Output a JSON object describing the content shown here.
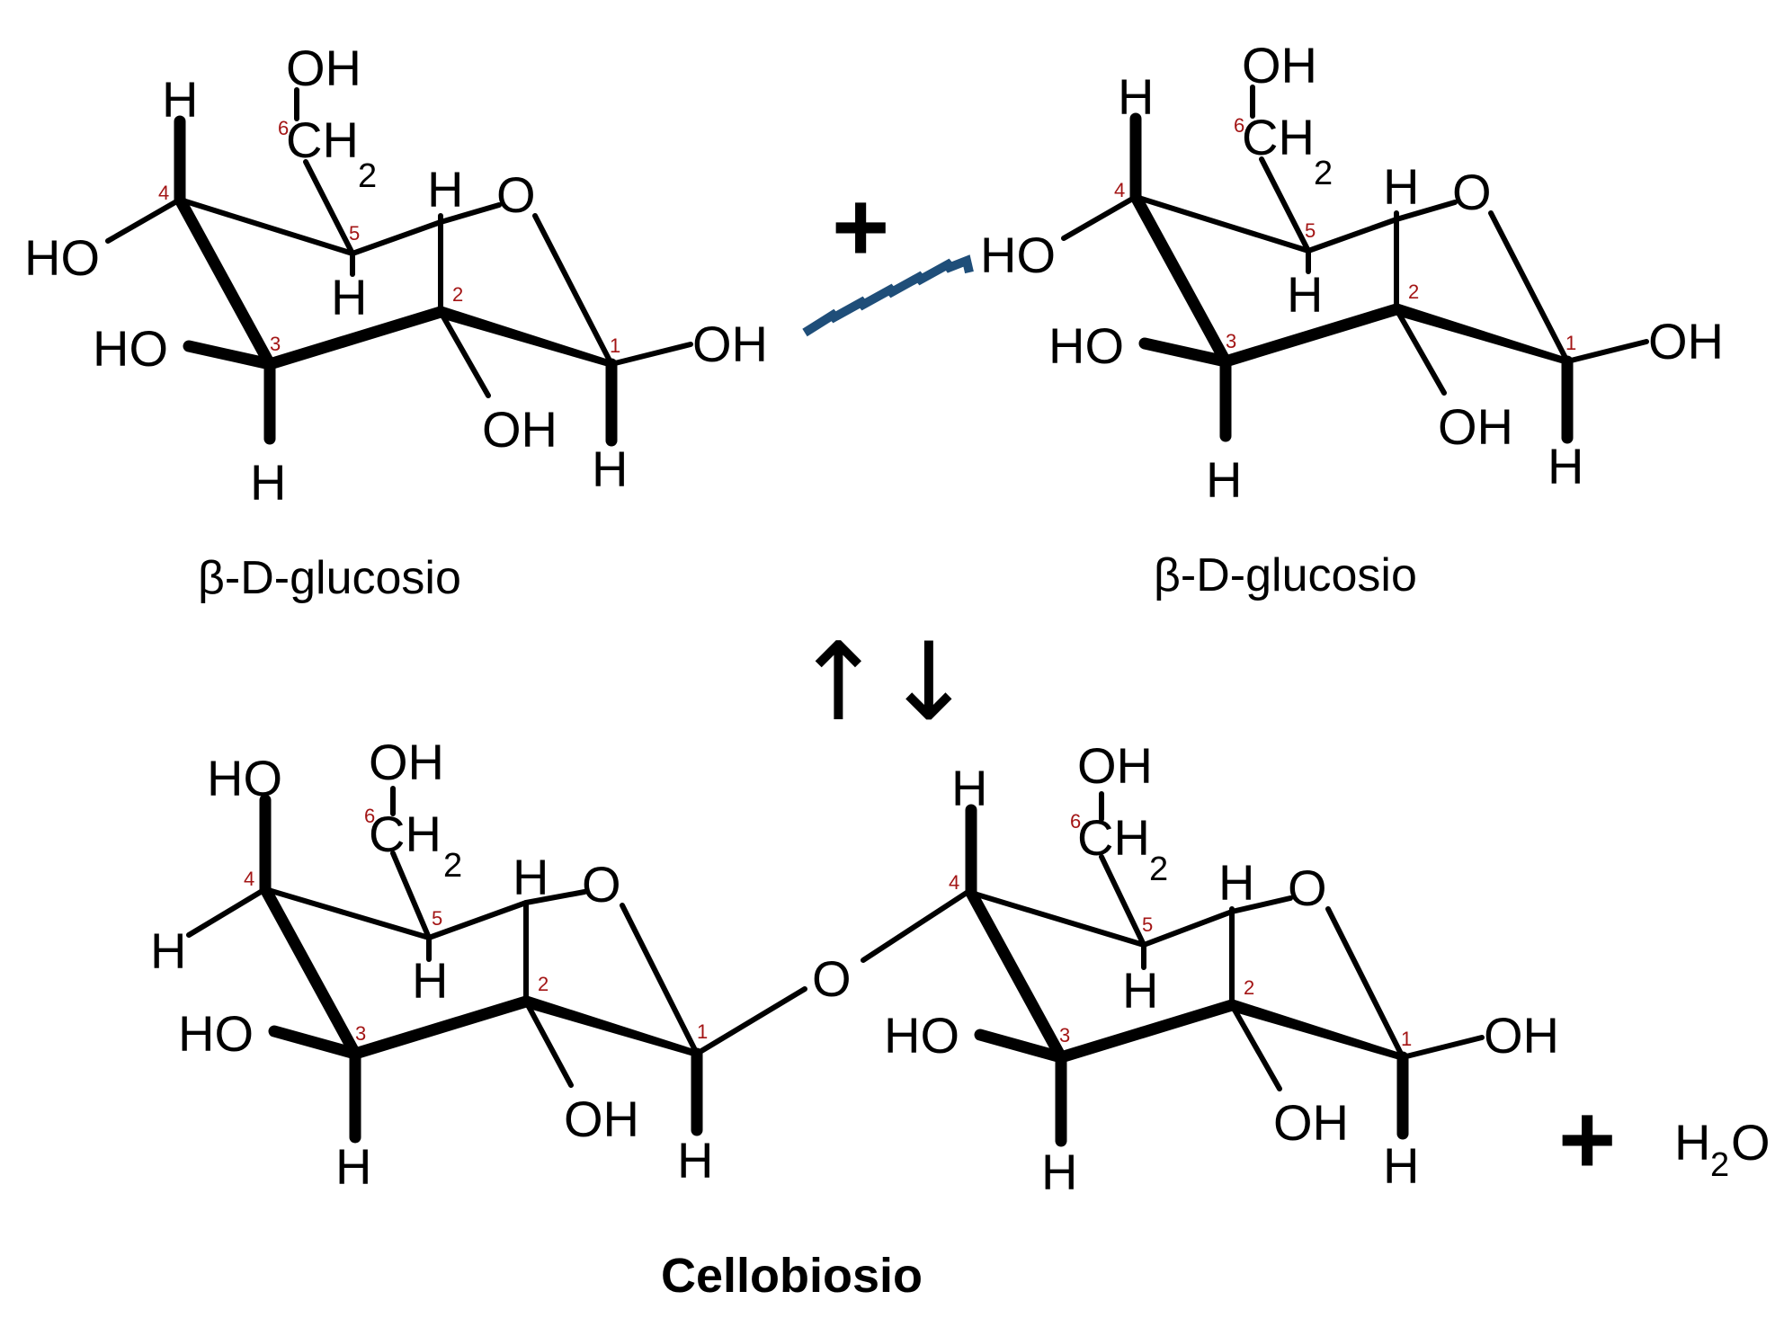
{
  "colors": {
    "bond": "#000000",
    "carbon_number": "#a31515",
    "condensation_symbol": "#1f4e79"
  },
  "icons": {
    "condensation": "zigzag-squiggle-icon",
    "equilibrium": "up-down-arrows-icon"
  },
  "atoms": {
    "O": "O",
    "OH": "OH",
    "HO": "HO",
    "H": "H",
    "CH": "CH",
    "sub2": "2"
  },
  "numbers": [
    "1",
    "2",
    "3",
    "4",
    "5",
    "6"
  ],
  "reactants": [
    {
      "label": "β-D-glucosio"
    },
    {
      "label": "β-D-glucosio"
    }
  ],
  "operators": {
    "plus": "+",
    "equilibrium": "↑↓"
  },
  "product": {
    "label": "Cellobiosio",
    "byproduct_main": "H",
    "byproduct_sub": "2",
    "byproduct_end": "O"
  }
}
